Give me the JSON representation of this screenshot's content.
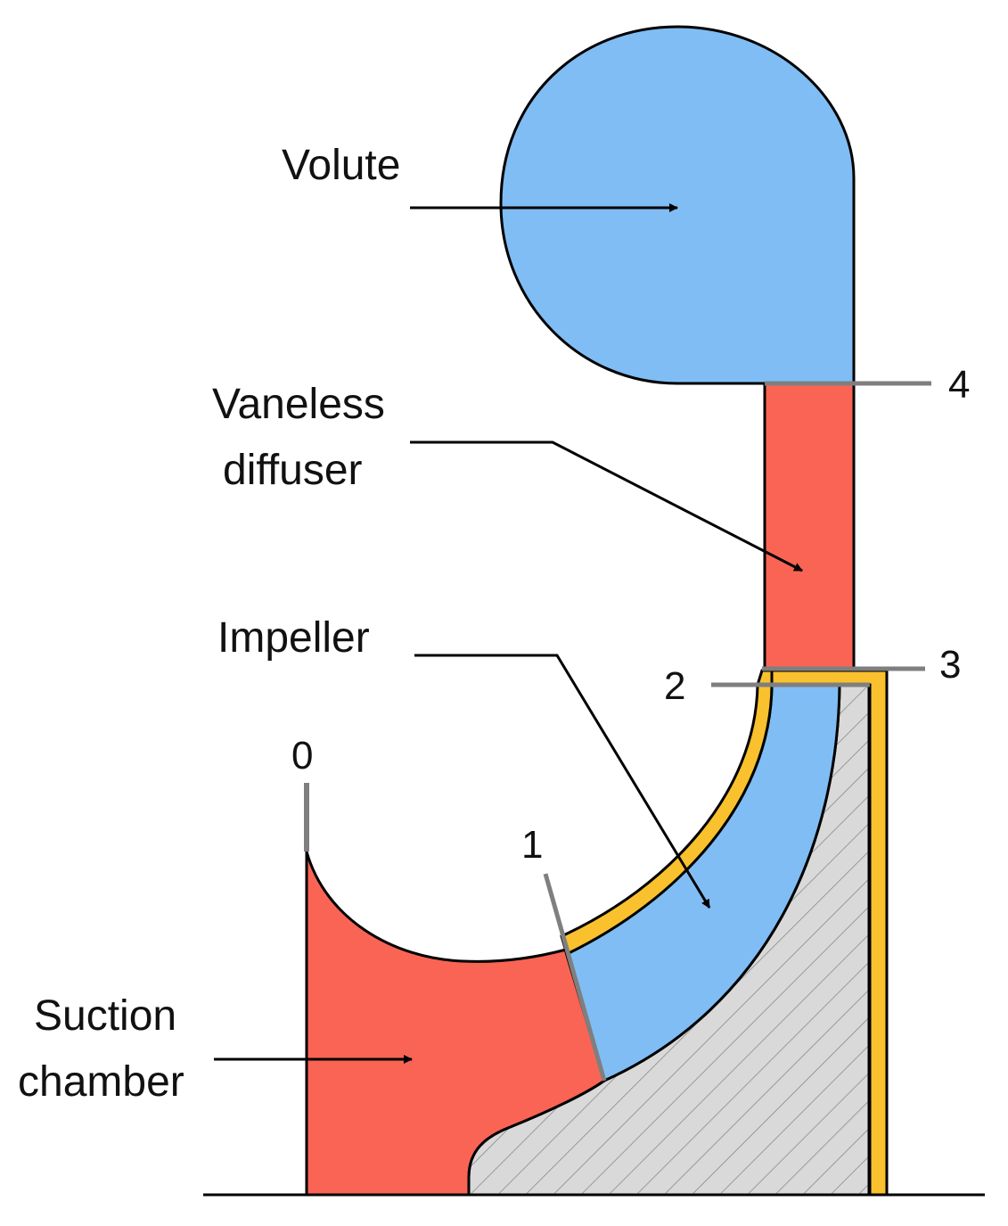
{
  "colors": {
    "fluid_blue": "#80BDF4",
    "fluid_red": "#FA6455",
    "shroud_yellow": "#F9C12D",
    "solid_gray": "#D9D9D9",
    "hatch": "#8A8A8A",
    "station_line": "#7F7F7F",
    "outline": "#000000"
  },
  "labels": {
    "volute": "Volute",
    "vaneless_line1": "Vaneless",
    "vaneless_line2": "diffuser",
    "impeller": "Impeller",
    "suction_line1": "Suction",
    "suction_line2": "chamber"
  },
  "stations": {
    "s0": "0",
    "s1": "1",
    "s2": "2",
    "s3": "3",
    "s4": "4"
  }
}
